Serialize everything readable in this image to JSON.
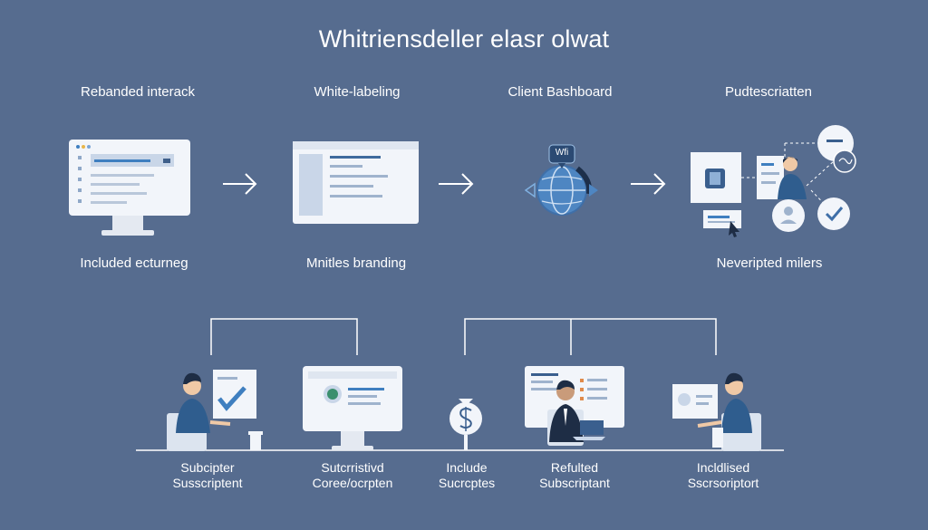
{
  "title": "Whitriensdeller elasr olwat",
  "top_steps": [
    {
      "label": "Rebanded interack",
      "caption": "Included ecturneg"
    },
    {
      "label": "White-labeling",
      "caption": "Mnitles branding"
    },
    {
      "label": "Client Bashboard",
      "caption": ""
    },
    {
      "label": "Pudtescriatten",
      "caption": "Neveripted milers"
    }
  ],
  "globe_badge": "Wfi",
  "bottom_items": [
    {
      "line1": "Subcipter",
      "line2": "Susscriptent"
    },
    {
      "line1": "Sutcrristivd",
      "line2": "Coree/ocrpten"
    },
    {
      "line1": "Include",
      "line2": "Sucrcptes"
    },
    {
      "line1": "Refulted",
      "line2": "Subscriptant"
    },
    {
      "line1": "Incldlised",
      "line2": "Sscrsoriptort"
    }
  ],
  "colors": {
    "background": "#566c8f",
    "panel": "#f2f5fa",
    "accent": "#3f7fc0",
    "line": "#ffffff"
  }
}
